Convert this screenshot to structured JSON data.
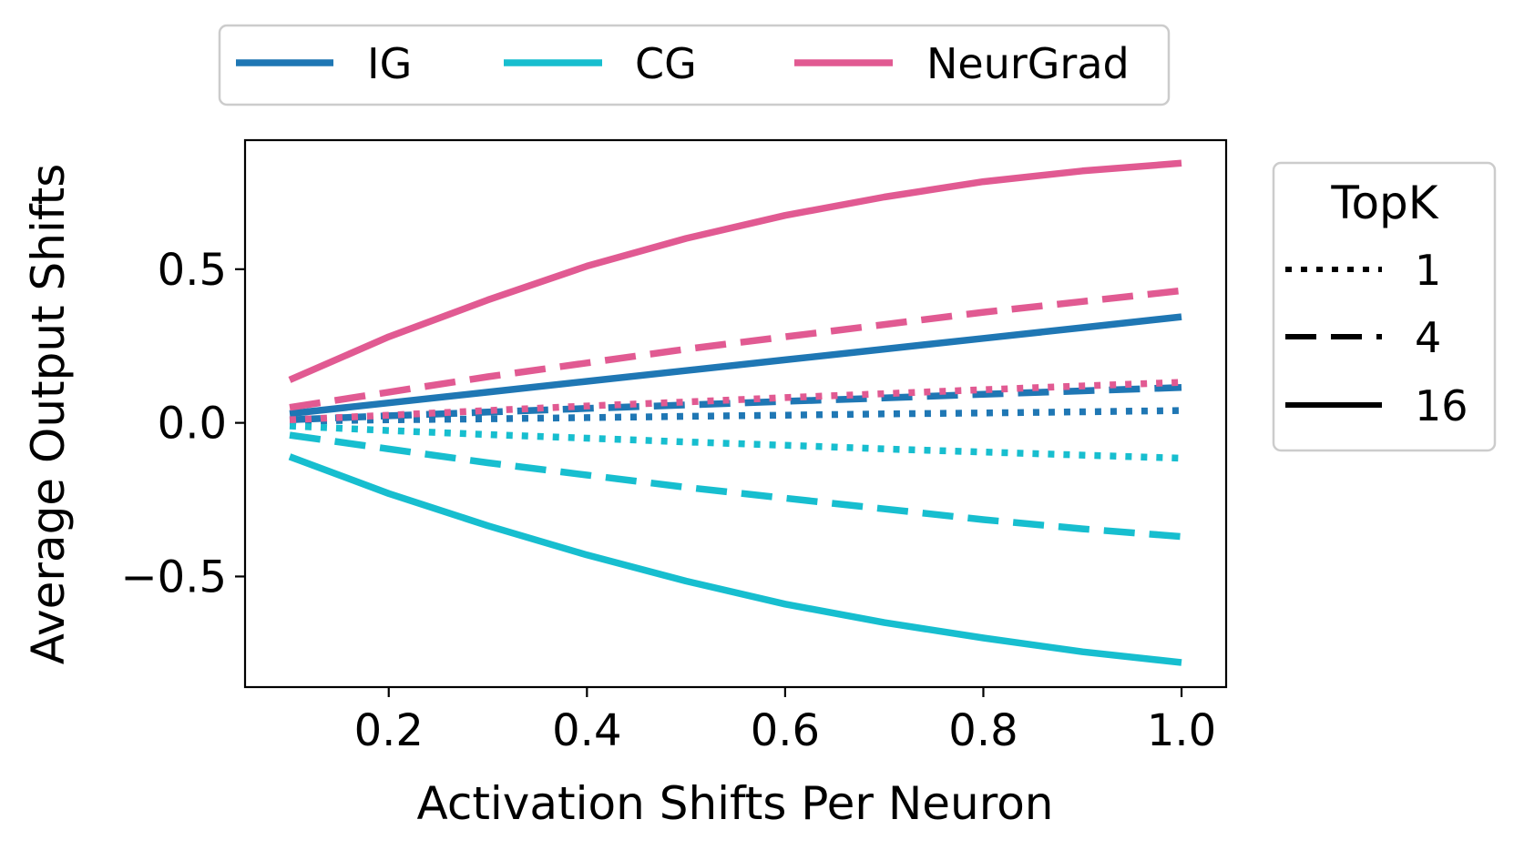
{
  "chart_data": {
    "type": "line",
    "title": "",
    "xlabel": "Activation Shifts Per Neuron",
    "ylabel": "Average Output Shifts",
    "xlim": [
      0.055,
      1.045
    ],
    "ylim": [
      -0.86,
      0.92
    ],
    "x_ticks": [
      0.2,
      0.4,
      0.6,
      0.8,
      1.0
    ],
    "x_tick_labels": [
      "0.2",
      "0.4",
      "0.6",
      "0.8",
      "1.0"
    ],
    "y_ticks": [
      0.5,
      0.0,
      -0.5
    ],
    "y_tick_labels": [
      "0.5",
      "0.0",
      "−0.5"
    ],
    "grid": false,
    "x": [
      0.1,
      0.2,
      0.3,
      0.4,
      0.5,
      0.6,
      0.7,
      0.8,
      0.9,
      1.0
    ],
    "method_legend": {
      "placement": "top",
      "entries": [
        {
          "label": "IG",
          "color": "#1f77b4"
        },
        {
          "label": "CG",
          "color": "#17becf"
        },
        {
          "label": "NeurGrad",
          "color": "#e15a92"
        }
      ]
    },
    "topk_legend": {
      "placement": "right",
      "title": "TopK",
      "entries": [
        {
          "label": "1",
          "style": "dotted"
        },
        {
          "label": "4",
          "style": "dashed"
        },
        {
          "label": "16",
          "style": "solid"
        }
      ]
    },
    "series": [
      {
        "method": "IG",
        "topk": "1",
        "style": "dotted",
        "color": "#1f77b4",
        "values": [
          0.005,
          0.01,
          0.013,
          0.017,
          0.021,
          0.025,
          0.029,
          0.032,
          0.036,
          0.04
        ]
      },
      {
        "method": "IG",
        "topk": "4",
        "style": "dashed",
        "color": "#1f77b4",
        "values": [
          0.01,
          0.023,
          0.035,
          0.047,
          0.058,
          0.07,
          0.081,
          0.093,
          0.104,
          0.115
        ]
      },
      {
        "method": "IG",
        "topk": "16",
        "style": "solid",
        "color": "#1f77b4",
        "values": [
          0.03,
          0.065,
          0.1,
          0.135,
          0.17,
          0.205,
          0.24,
          0.275,
          0.31,
          0.345
        ]
      },
      {
        "method": "CG",
        "topk": "1",
        "style": "dotted",
        "color": "#17becf",
        "values": [
          -0.01,
          -0.025,
          -0.038,
          -0.05,
          -0.062,
          -0.073,
          -0.085,
          -0.095,
          -0.105,
          -0.115
        ]
      },
      {
        "method": "CG",
        "topk": "4",
        "style": "dashed",
        "color": "#17becf",
        "values": [
          -0.04,
          -0.085,
          -0.13,
          -0.17,
          -0.21,
          -0.245,
          -0.28,
          -0.315,
          -0.345,
          -0.37
        ]
      },
      {
        "method": "CG",
        "topk": "16",
        "style": "solid",
        "color": "#17becf",
        "values": [
          -0.11,
          -0.23,
          -0.335,
          -0.43,
          -0.515,
          -0.59,
          -0.65,
          -0.7,
          -0.745,
          -0.78
        ]
      },
      {
        "method": "NeurGrad",
        "topk": "1",
        "style": "dotted",
        "color": "#e15a92",
        "values": [
          0.01,
          0.025,
          0.04,
          0.055,
          0.068,
          0.082,
          0.095,
          0.108,
          0.12,
          0.132
        ]
      },
      {
        "method": "NeurGrad",
        "topk": "4",
        "style": "dashed",
        "color": "#e15a92",
        "values": [
          0.05,
          0.1,
          0.15,
          0.195,
          0.24,
          0.28,
          0.32,
          0.36,
          0.395,
          0.43
        ]
      },
      {
        "method": "NeurGrad",
        "topk": "16",
        "style": "solid",
        "color": "#e15a92",
        "values": [
          0.14,
          0.28,
          0.4,
          0.51,
          0.6,
          0.675,
          0.735,
          0.785,
          0.82,
          0.845
        ]
      }
    ]
  }
}
